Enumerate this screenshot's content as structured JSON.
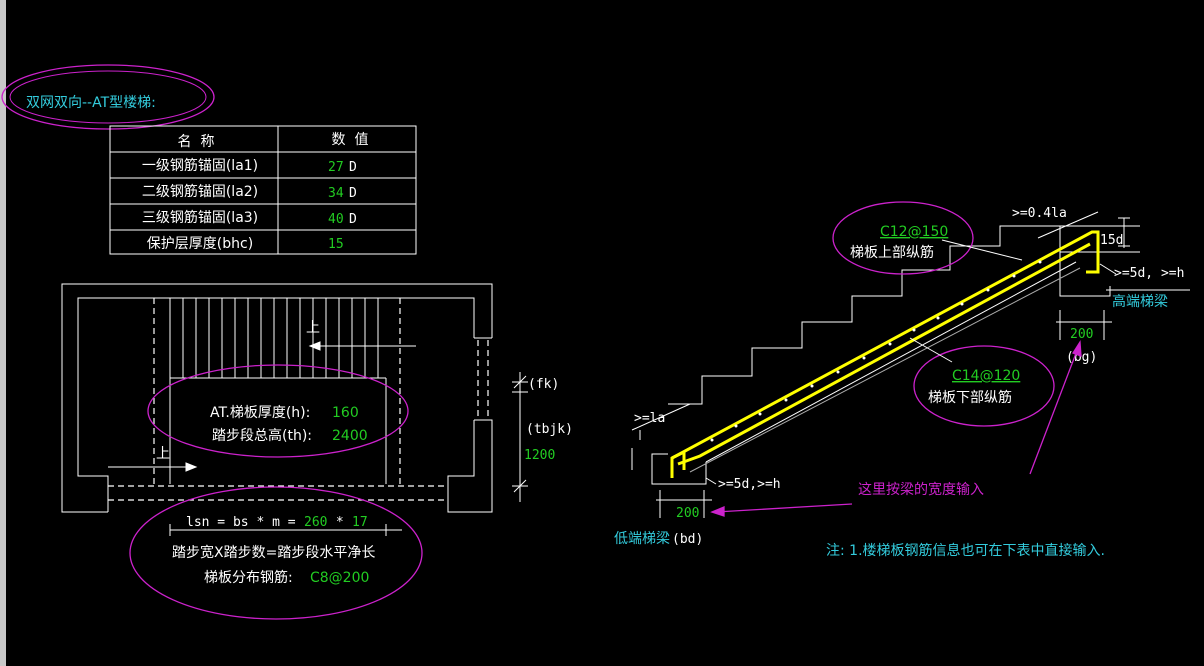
{
  "title": "双网双向--AT型楼梯:",
  "table": {
    "headers": [
      "名  称",
      "数  值"
    ],
    "rows": [
      {
        "name": "一级钢筋锚固(la1)",
        "value": "27",
        "unit": "D"
      },
      {
        "name": "二级钢筋锚固(la2)",
        "value": "34",
        "unit": "D"
      },
      {
        "name": "三级钢筋锚固(la3)",
        "value": "40",
        "unit": "D"
      },
      {
        "name": "保护层厚度(bhc)",
        "value": "15",
        "unit": ""
      }
    ]
  },
  "plan": {
    "up1": "上",
    "up2": "上",
    "thickness_label": "AT.梯板厚度(h):",
    "thickness_value": "160",
    "height_label": "踏步段总高(th):",
    "height_value": "2400",
    "fk": "(fk)",
    "tbjk": "(tbjk)",
    "width_value": "1200",
    "formula_prefix": "lsn = bs * m = ",
    "bs_value": "260",
    "times": " * ",
    "m_value": "17",
    "formula_desc": "踏步宽X踏步数=踏步段水平净长",
    "distribution_label": "梯板分布钢筋:",
    "distribution_value": "C8@200"
  },
  "section": {
    "top_bar": "C12@150",
    "top_bar_label": "梯板上部纵筋",
    "bottom_bar": "C14@120",
    "bottom_bar_label": "梯板下部纵筋",
    "anchor_top": ">=0.4la",
    "d15": "15d",
    "high_anchor": ">=5d, >=h",
    "high_beam": "高端梯梁",
    "high_width": "200",
    "bg": "(bg)",
    "la": ">=la",
    "low_anchor": ">=5d,>=h",
    "low_width": "200",
    "low_beam": "低端梯梁",
    "bd": "(bd)",
    "beam_note": "这里按梁的宽度输入",
    "note": "注: 1.楼梯板钢筋信息也可在下表中直接输入."
  },
  "colors": {
    "background": "#000000",
    "line": "#ffffff",
    "cyan": "#33ccdd",
    "green": "#22cc22",
    "magenta": "#cc22cc",
    "rebar": "#ffff00"
  }
}
